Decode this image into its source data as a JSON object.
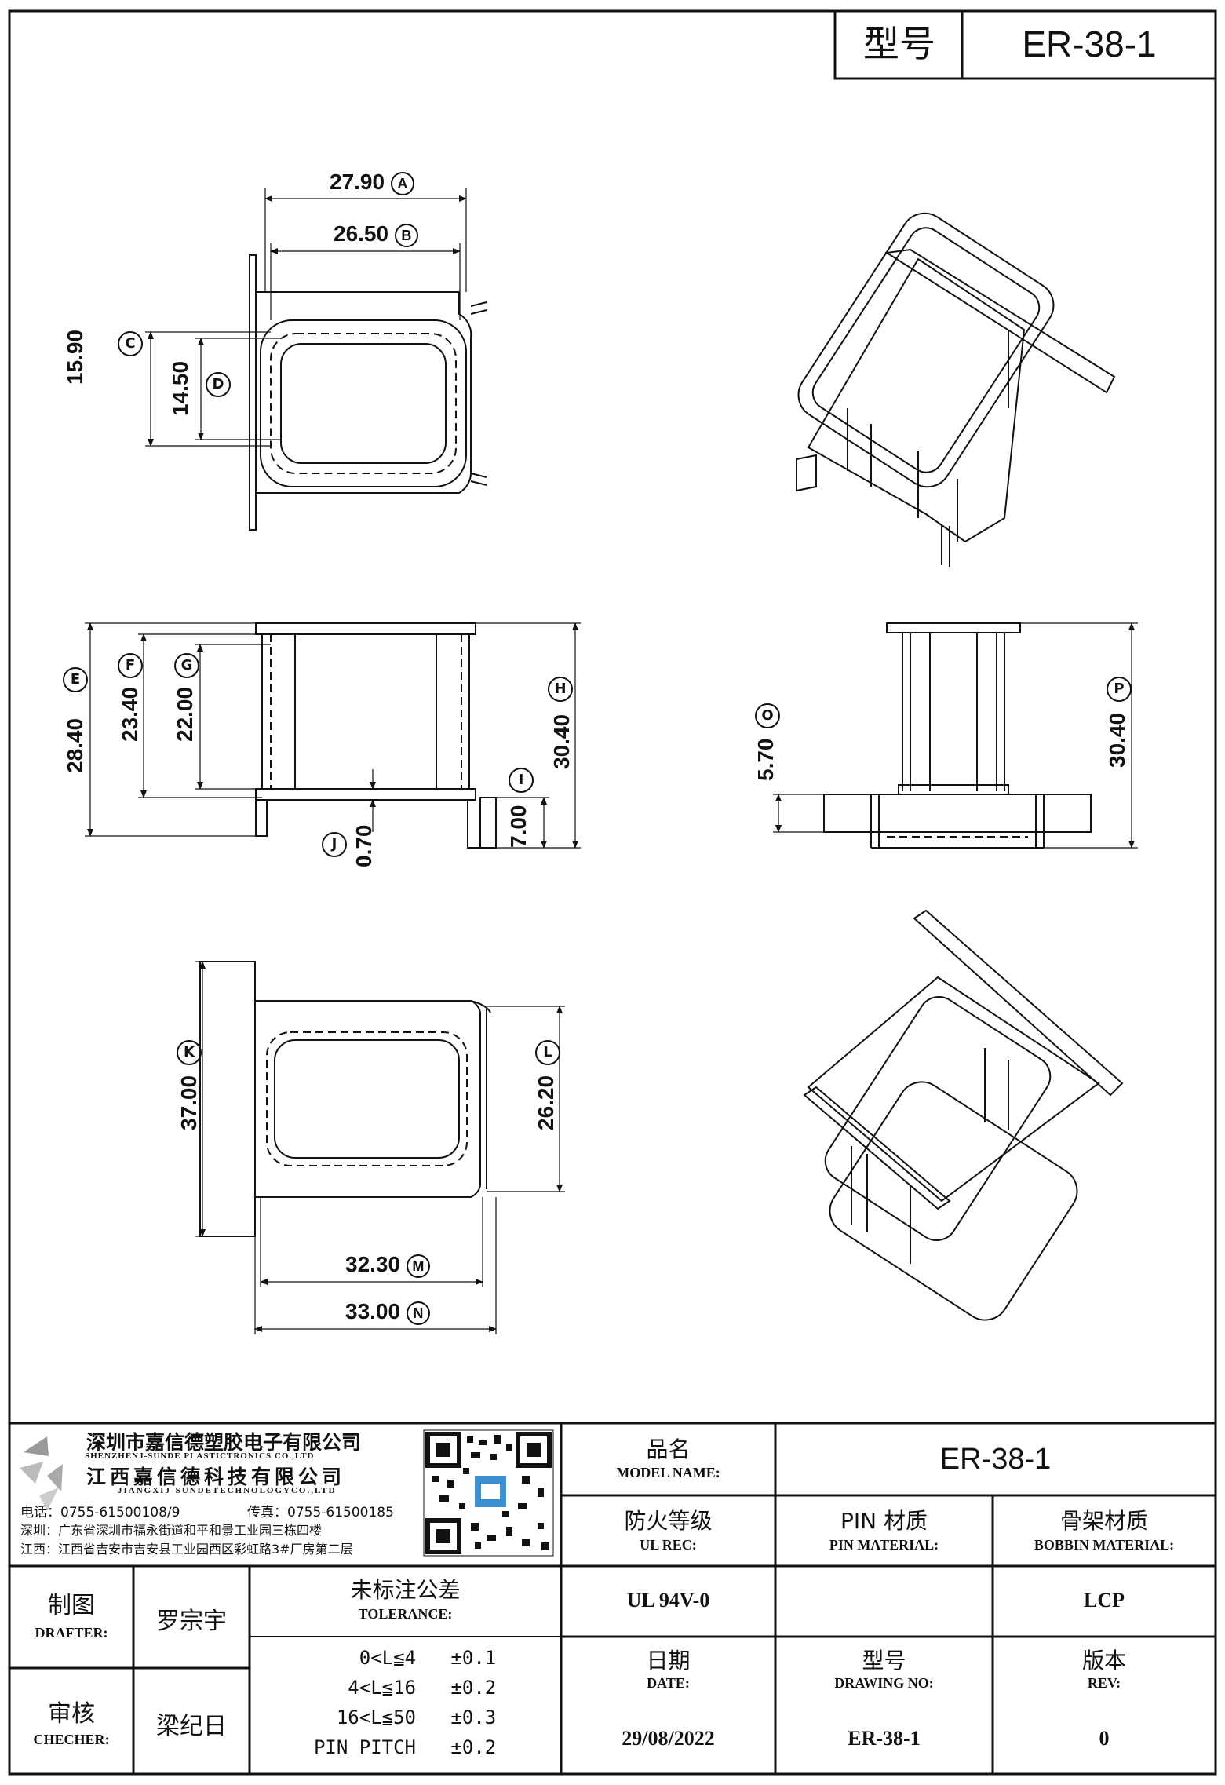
{
  "header": {
    "model_label": "型号",
    "model_value": "ER-38-1"
  },
  "dimensions": {
    "top_view": {
      "A": "27.90",
      "B": "26.50",
      "C": "15.90",
      "D": "14.50"
    },
    "front_view": {
      "E": "28.40",
      "F": "23.40",
      "G": "22.00",
      "H": "30.40",
      "I": "7.00",
      "J": "0.70"
    },
    "side_view": {
      "O": "5.70",
      "P": "30.40"
    },
    "bottom_view": {
      "K": "37.00",
      "L": "26.20",
      "M": "32.30",
      "N": "33.00"
    },
    "markers": {
      "A": "A",
      "B": "B",
      "C": "C",
      "D": "D",
      "E": "E",
      "F": "F",
      "G": "G",
      "H": "H",
      "I": "I",
      "J": "J",
      "K": "K",
      "L": "L",
      "M": "M",
      "N": "N",
      "O": "O",
      "P": "P"
    }
  },
  "company": {
    "name_sz": "深圳市嘉信德塑胶电子有限公司",
    "name_sz_en": "SHENZHENJ-SUNDE PLASTICTRONICS CO.,LTD",
    "name_jx": "江西嘉信德科技有限公司",
    "name_jx_en": "JIANGXIJ-SUNDETECHNOLOGYCO.,LTD",
    "phone": "电话：0755-61500108/9",
    "fax": "传真：0755-61500185",
    "addr_sz": "深圳：广东省深圳市福永街道和平和景工业园三栋四楼",
    "addr_jx": "江西：江西省吉安市吉安县工业园西区彩虹路3#厂房第二层"
  },
  "title_block": {
    "model_name_cn": "品名",
    "model_name_en": "MODEL NAME:",
    "model_name_value": "ER-38-1",
    "ul_rec_cn": "防火等级",
    "ul_rec_en": "UL REC:",
    "ul_rec_value": "UL 94V-0",
    "pin_material_cn": "PIN 材质",
    "pin_material_en": "PIN MATERIAL:",
    "pin_material_value": "",
    "bobbin_material_cn": "骨架材质",
    "bobbin_material_en": "BOBBIN MATERIAL:",
    "bobbin_material_value": "LCP",
    "drafter_cn": "制图",
    "drafter_en": "DRAFTER:",
    "drafter_value": "罗宗宇",
    "checker_cn": "审核",
    "checker_en": "CHECHER:",
    "checker_value": "梁纪日",
    "tolerance_cn": "未标注公差",
    "tolerance_en": "TOLERANCE:",
    "tolerance_rows": [
      {
        "range": "0<L≦4",
        "value": "±0.1"
      },
      {
        "range": "4<L≦16",
        "value": "±0.2"
      },
      {
        "range": "16<L≦50",
        "value": "±0.3"
      },
      {
        "range": "PIN PITCH",
        "value": "±0.2"
      }
    ],
    "date_cn": "日期",
    "date_en": "DATE:",
    "date_value": "29/08/2022",
    "drawing_no_cn": "型号",
    "drawing_no_en": "DRAWING NO:",
    "drawing_no_value": "ER-38-1",
    "rev_cn": "版本",
    "rev_en": "REV:",
    "rev_value": "0"
  },
  "colors": {
    "ink": "#111111",
    "paper": "#ffffff"
  }
}
